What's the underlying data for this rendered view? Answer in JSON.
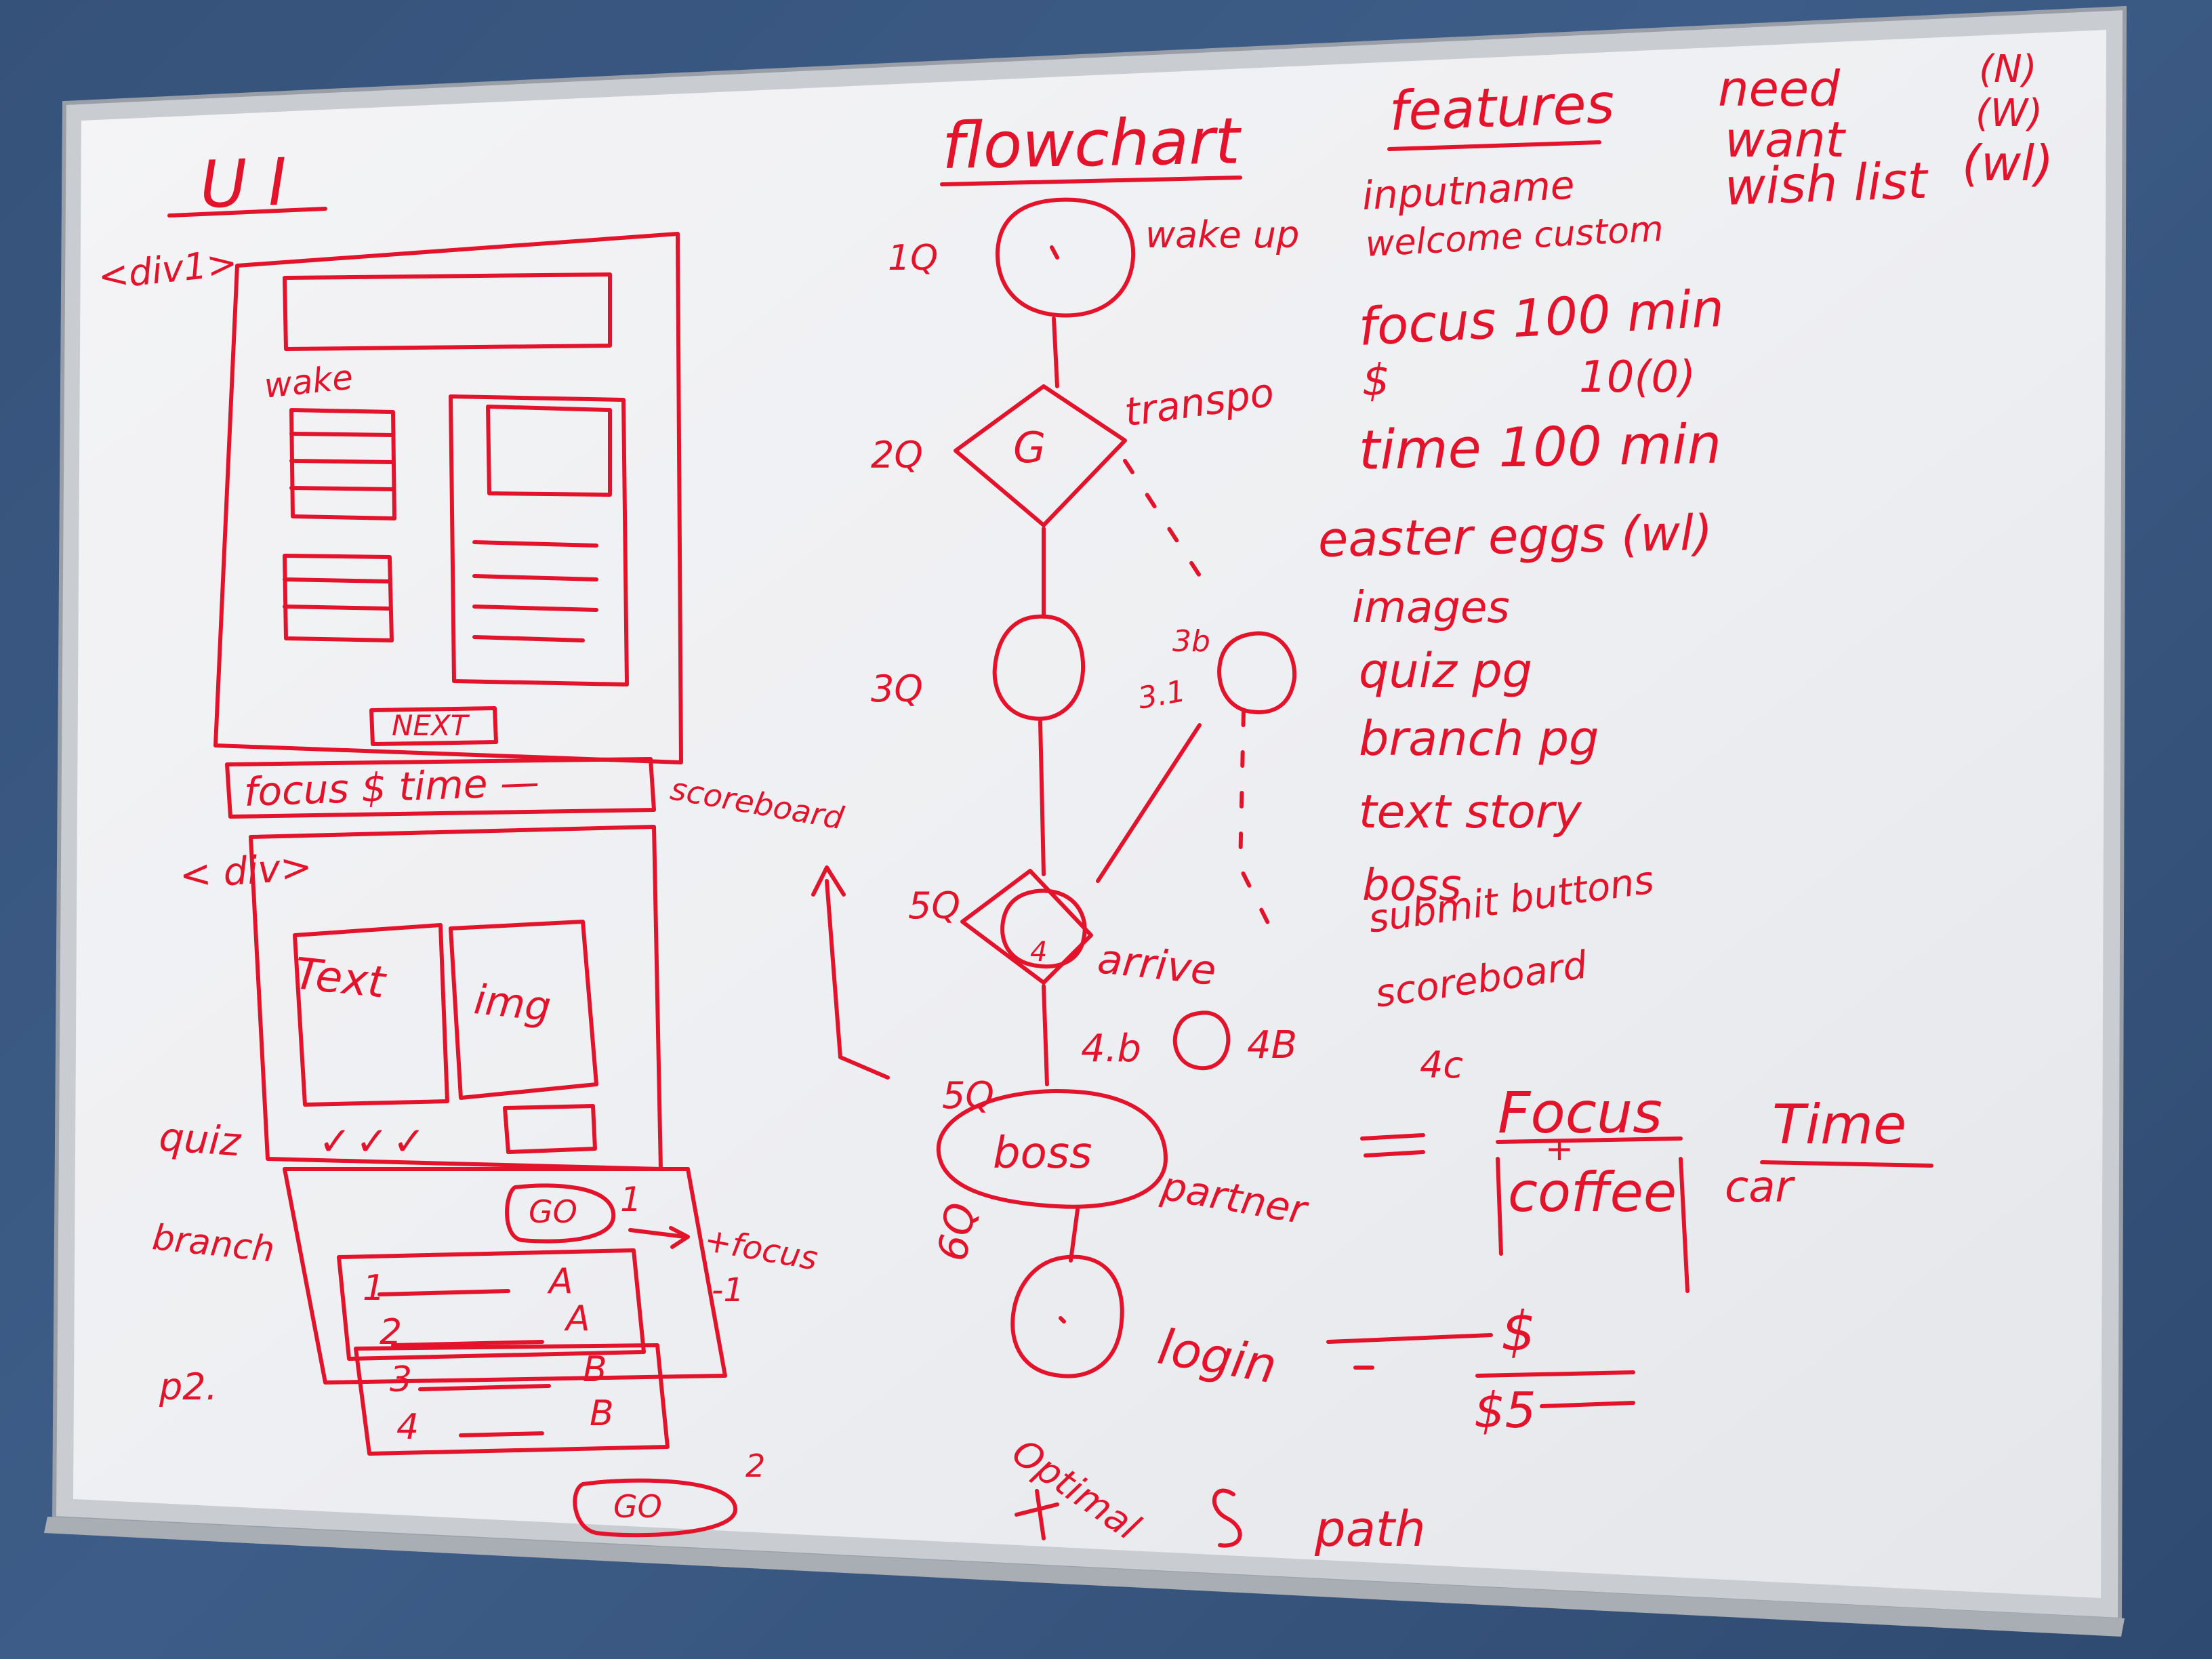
{
  "ink_color": "#e3132b",
  "ui_column": {
    "title": "UI",
    "div1_label": "<div1>",
    "wake_label": "wake",
    "next_button": "NEXT",
    "focus_time_bar": "focus $ time —",
    "scoreboard_label": "scoreboard",
    "div_label": "< div>",
    "text_box": "Text",
    "img_box": "img",
    "quiz_label": "quiz",
    "quiz_marks": "✓✓✓",
    "branch_label": "branch",
    "go_button_1": "GO",
    "branch_note_1": "1",
    "branch_note_focus": "+focus",
    "branch_note_minus": "-1",
    "options": [
      {
        "num": "1",
        "letter": "A"
      },
      {
        "num": "2",
        "letter": "A"
      },
      {
        "num": "3",
        "letter": "B"
      },
      {
        "num": "4",
        "letter": "B"
      }
    ],
    "p2_label": "p2.",
    "go_button_2": "GO",
    "go_note_2": "2"
  },
  "flowchart": {
    "title": "flowchart",
    "node_1_label": "1Q",
    "node_1_note": "wake up",
    "node_2_label": "2Q",
    "node_2_inner": "G",
    "node_2_note": "transpo",
    "node_3_label": "3Q",
    "node_3b_label": "3b",
    "node_3b_sub": "3.1",
    "node_4_label": "5Q",
    "node_4_note": "arrive",
    "node_4a": "4",
    "node_4b_left": "4.b",
    "node_4b_right": "4B",
    "node_4c": "4c",
    "node_5_label": "5Q",
    "node_5_inner": "boss",
    "node_5_note": "partner",
    "node_6_label": "6Q",
    "node_6_note": "login",
    "optimal_label": "Optimal",
    "path_label": "path"
  },
  "features": {
    "title": "features",
    "items": [
      "inputname",
      "welcome custom",
      "focus 100 min",
      "$",
      "10(0)",
      "time 100 min",
      "easter eggs (wl)",
      "images",
      "quiz pg",
      "branch pg",
      "text story",
      "boss",
      "submit buttons",
      "scoreboard"
    ]
  },
  "legend": {
    "need": "need",
    "need_code": "(N)",
    "want": "want",
    "want_code": "(W)",
    "wish": "wish list",
    "wish_code": "(wl)"
  },
  "bottom_right": {
    "focus": "Focus",
    "coffee": "coffee",
    "plus": "+",
    "time": "Time",
    "car": "car",
    "dollar": "$",
    "five": "$5"
  }
}
